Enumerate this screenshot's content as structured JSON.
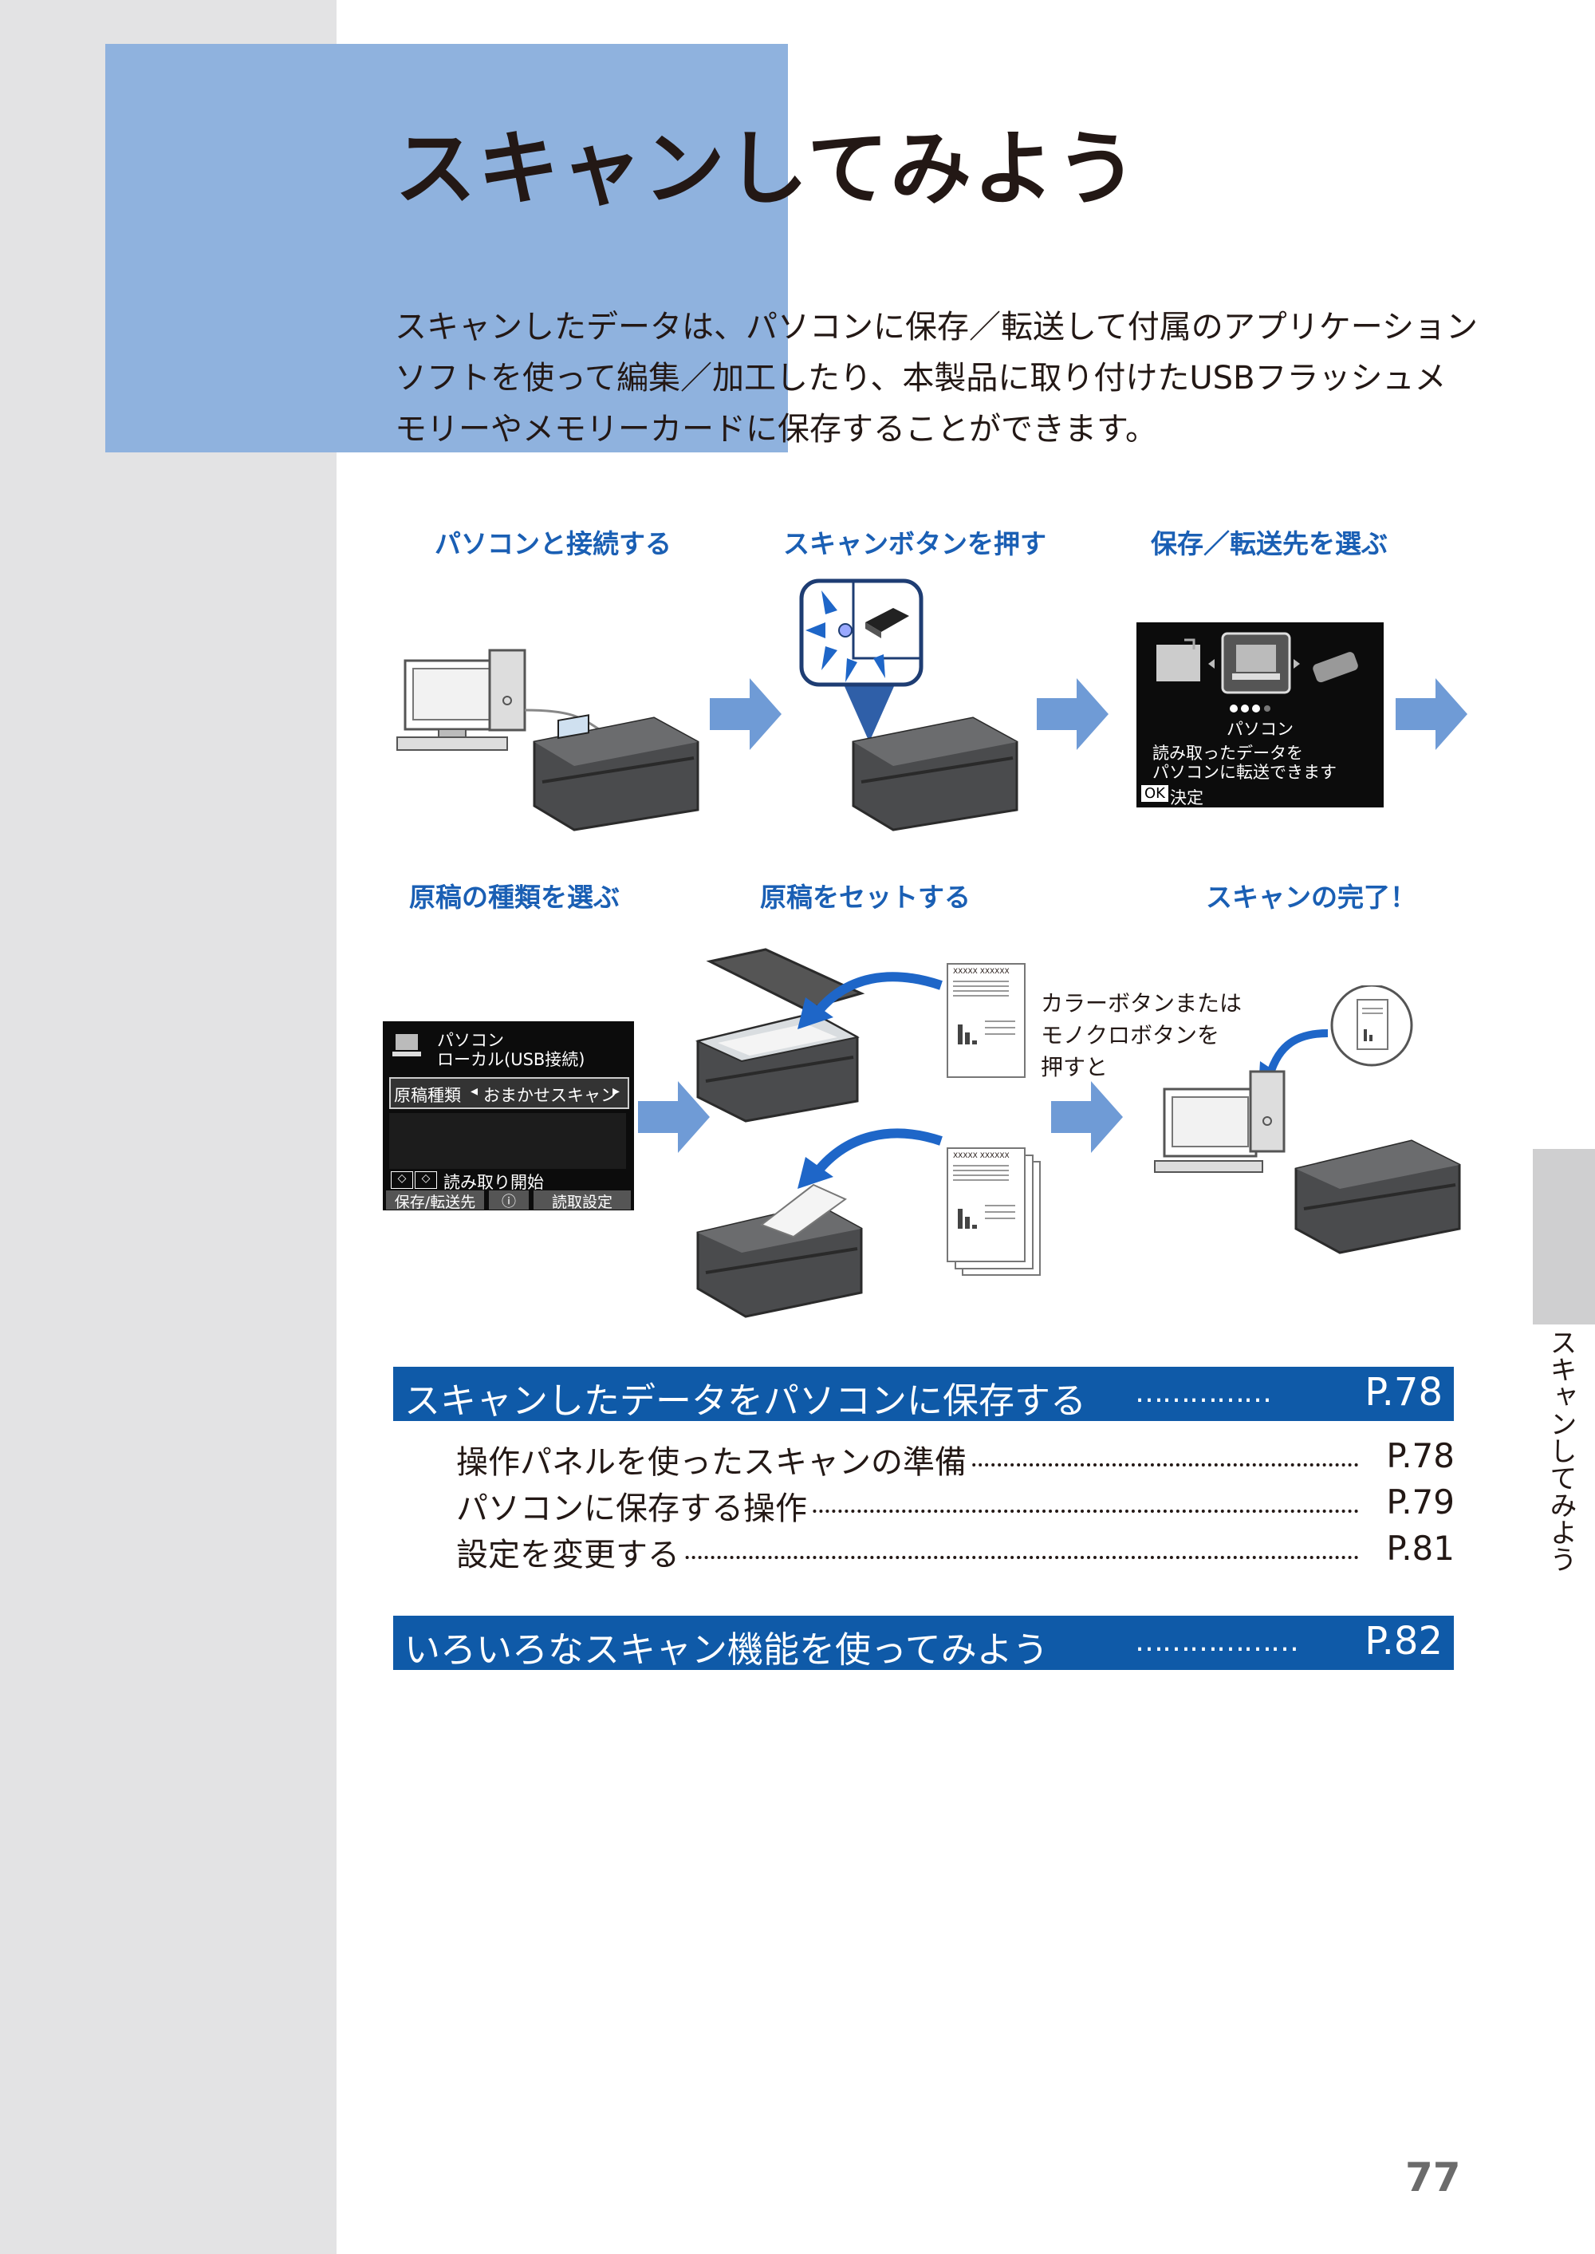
{
  "page": {
    "title": "スキャンしてみよう",
    "intro": [
      "スキャンしたデータは、パソコンに保存／転送して付属のアプリケーション",
      "ソフトを使って編集／加工したり、本製品に取り付けたUSBフラッシュメ",
      "モリーやメモリーカードに保存することができます。"
    ],
    "page_number": "77",
    "side_label": "スキャンしてみよう"
  },
  "steps": {
    "row1": [
      "パソコンと接続する",
      "スキャンボタンを押す",
      "保存／転送先を選ぶ"
    ],
    "row2": [
      "原稿の種類を選ぶ",
      "原稿をセットする",
      "スキャンの完了！"
    ]
  },
  "lcd1": {
    "mode": "パソコン",
    "message_line1": "読み取ったデータを",
    "message_line2": "パソコンに転送できます",
    "ok_key": "OK",
    "ok_label": "決定"
  },
  "lcd2": {
    "dest_line1": "パソコン",
    "dest_line2": "ローカル(USB接続)",
    "doc_type_label": "原稿種類",
    "doc_type_value": "おまかせスキャン",
    "start_label": "読み取り開始",
    "softkey_left": "保存/転送先",
    "softkey_right": "読取設定"
  },
  "doc_header": "XXXXX XXXXXX",
  "scan_note": [
    "カラーボタンまたは",
    "モノクロボタンを",
    "押すと"
  ],
  "toc": {
    "section1": {
      "title": "スキャンしたデータをパソコンに保存する",
      "dots": "……………",
      "page": "P.78",
      "items": [
        {
          "title": "操作パネルを使ったスキャンの準備",
          "page": "P.78"
        },
        {
          "title": "パソコンに保存する操作",
          "page": "P.79"
        },
        {
          "title": "設定を変更する",
          "page": "P.81"
        }
      ]
    },
    "section2": {
      "title": "いろいろなスキャン機能を使ってみよう",
      "dots": "………………",
      "page": "P.82"
    }
  },
  "colors": {
    "title_block": "#8fb2de",
    "step_label": "#1a5fb4",
    "toc_bar": "#0f5aa8",
    "flow_arrow": "#6f9bd6",
    "left_band": "#e3e3e4"
  }
}
